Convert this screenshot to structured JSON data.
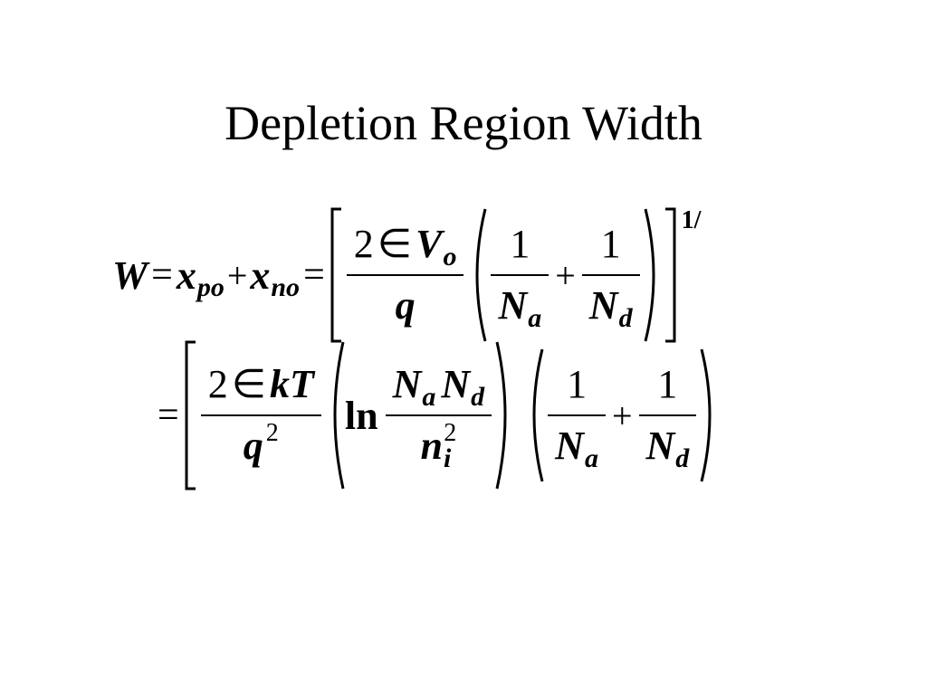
{
  "slide": {
    "title": "Depletion Region Width"
  },
  "equation1": {
    "W": "W",
    "eq": "=",
    "x1": "x",
    "x1_sub": "po",
    "plus": "+",
    "x2": "x",
    "x2_sub": "no",
    "two": "2",
    "eps": "∈",
    "V": "V",
    "V_sub": "o",
    "q": "q",
    "one_a": "1",
    "Na": "N",
    "Na_sub": "a",
    "one_d": "1",
    "Nd": "N",
    "Nd_sub": "d",
    "power": "1/"
  },
  "equation2": {
    "eq": "=",
    "two": "2",
    "eps": "∈",
    "kT": "kT",
    "q": "q",
    "q_sup": "2",
    "ln": "ln",
    "Na": "N",
    "Na_sub": "a",
    "Nd": "N",
    "Nd_sub": "d",
    "ni": "n",
    "ni_sub": "i",
    "ni_sup": "2",
    "one_a": "1",
    "Na2": "N",
    "Na2_sub": "a",
    "plus": "+",
    "one_d": "1",
    "Nd2": "N",
    "Nd2_sub": "d"
  }
}
